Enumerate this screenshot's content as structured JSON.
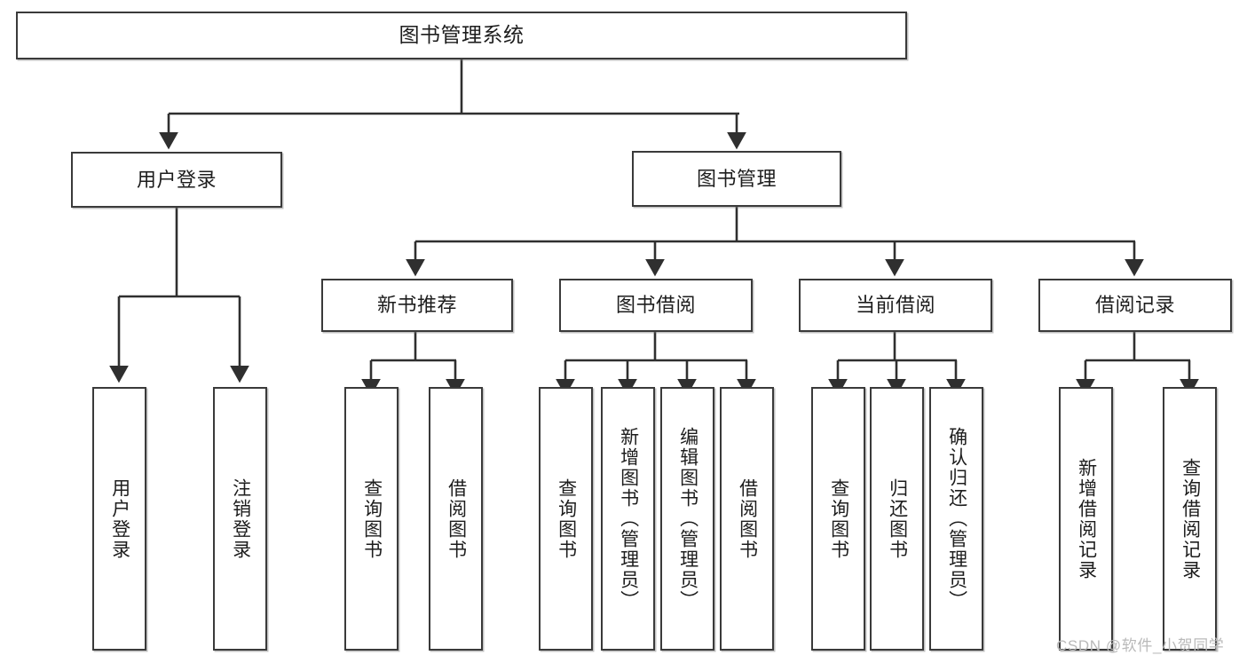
{
  "diagram": {
    "title": "图书管理系统",
    "type": "hierarchy-tree",
    "watermark": "CSDN @软件_小贺同学",
    "colors": {
      "box_border": "#3a3a3a",
      "box_fill": "#ffffff",
      "connector": "#2f2f2f",
      "text": "#1d1d1d",
      "watermark": "#b9b9b9"
    },
    "nodes": {
      "root": {
        "label": "图书管理系统"
      },
      "level1": [
        {
          "label": "用户登录"
        },
        {
          "label": "图书管理"
        }
      ],
      "level2": [
        {
          "label": "新书推荐"
        },
        {
          "label": "图书借阅"
        },
        {
          "label": "当前借阅"
        },
        {
          "label": "借阅记录"
        }
      ],
      "leaves_user_login": [
        {
          "label": "用户登录"
        },
        {
          "label": "注销登录"
        }
      ],
      "leaves_new_book": [
        {
          "label": "查询图书"
        },
        {
          "label": "借阅图书"
        }
      ],
      "leaves_borrow": [
        {
          "label": "查询图书"
        },
        {
          "label": "新增图书（管理员）"
        },
        {
          "label": "编辑图书（管理员）"
        },
        {
          "label": "借阅图书"
        }
      ],
      "leaves_current": [
        {
          "label": "查询图书"
        },
        {
          "label": "归还图书"
        },
        {
          "label": "确认归还（管理员）"
        }
      ],
      "leaves_records": [
        {
          "label": "新增借阅记录"
        },
        {
          "label": "查询借阅记录"
        }
      ]
    }
  }
}
